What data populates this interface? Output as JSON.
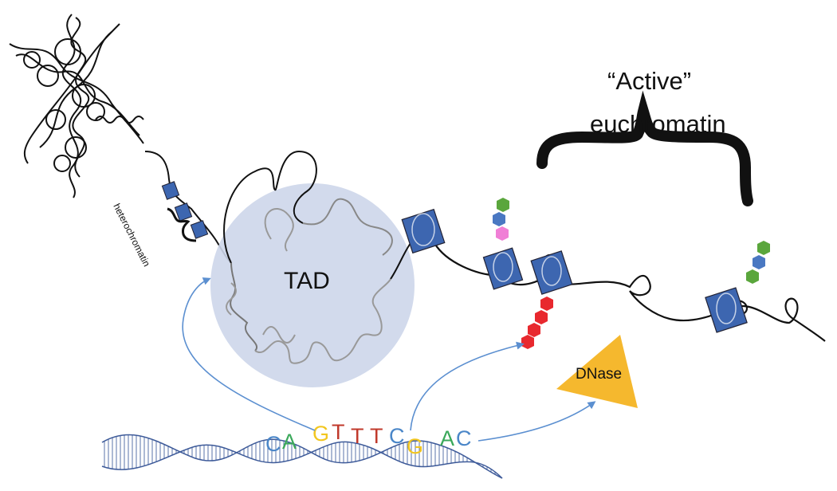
{
  "labels": {
    "tad": "TAD",
    "active_line1": "“Active”",
    "active_line2": "euchromatin",
    "heterochromatin": "heterochromatin",
    "dnase": "DNase"
  },
  "dna_sequence": [
    {
      "base": "C",
      "color": "#4a86c8"
    },
    {
      "base": "A",
      "color": "#3aa85a"
    },
    {
      "base": "G",
      "color": "#f2c61f"
    },
    {
      "base": "T",
      "color": "#c0392b"
    },
    {
      "base": "T",
      "color": "#c0392b"
    },
    {
      "base": "T",
      "color": "#c0392b"
    },
    {
      "base": "C",
      "color": "#4a86c8"
    },
    {
      "base": "G",
      "color": "#f2c61f"
    },
    {
      "base": "A",
      "color": "#3aa85a"
    },
    {
      "base": "C",
      "color": "#4a86c8"
    }
  ],
  "colors": {
    "nucleosome": "#3d66b0",
    "tad_fill": "#cdd6ea",
    "arrow": "#5b8fd0",
    "dnase_fill": "#f5b82e",
    "methyl": "#e8282e",
    "mod_green": "#5aa63c",
    "mod_blue": "#4a78c2",
    "mod_pink": "#f07fd6"
  }
}
